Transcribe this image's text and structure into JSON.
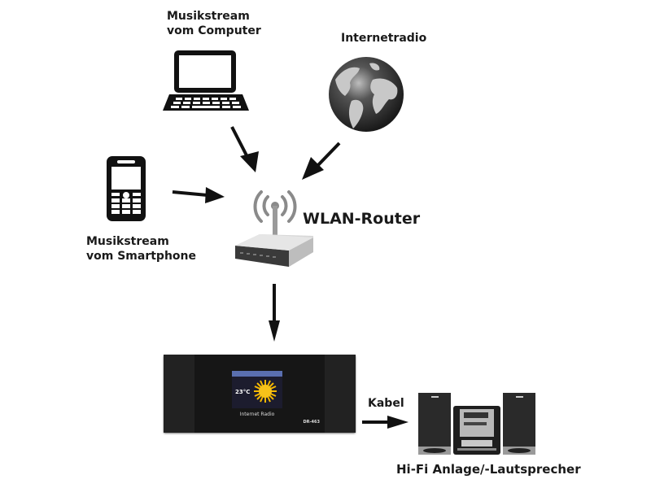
{
  "nodes": {
    "computer": {
      "label_line1": "Musikstream",
      "label_line2": "vom Computer",
      "icon": "laptop-icon"
    },
    "internetradio": {
      "label": "Internetradio",
      "icon": "globe-icon"
    },
    "smartphone": {
      "label_line1": "Musikstream",
      "label_line2": "vom Smartphone",
      "icon": "mobile-phone-icon"
    },
    "router": {
      "label": "WLAN-Router",
      "icon": "wifi-router-icon"
    },
    "radio_device": {
      "screen_title": "",
      "temperature": "23°C",
      "caption": "Internet Radio",
      "model": "DR-463",
      "icon": "internet-radio-device"
    },
    "hifi": {
      "label": "Hi-Fi Anlage/-Lautsprecher",
      "icon": "hifi-system-icon"
    }
  },
  "edges": [
    {
      "from": "computer",
      "to": "router"
    },
    {
      "from": "internetradio",
      "to": "router"
    },
    {
      "from": "smartphone",
      "to": "router"
    },
    {
      "from": "router",
      "to": "radio_device"
    },
    {
      "from": "radio_device",
      "to": "hifi",
      "label": "Kabel"
    }
  ],
  "colors": {
    "text": "#1a1a1a",
    "device_body": "#151515",
    "screen_bar": "#5a6fb0",
    "sun": "#f5b800"
  }
}
